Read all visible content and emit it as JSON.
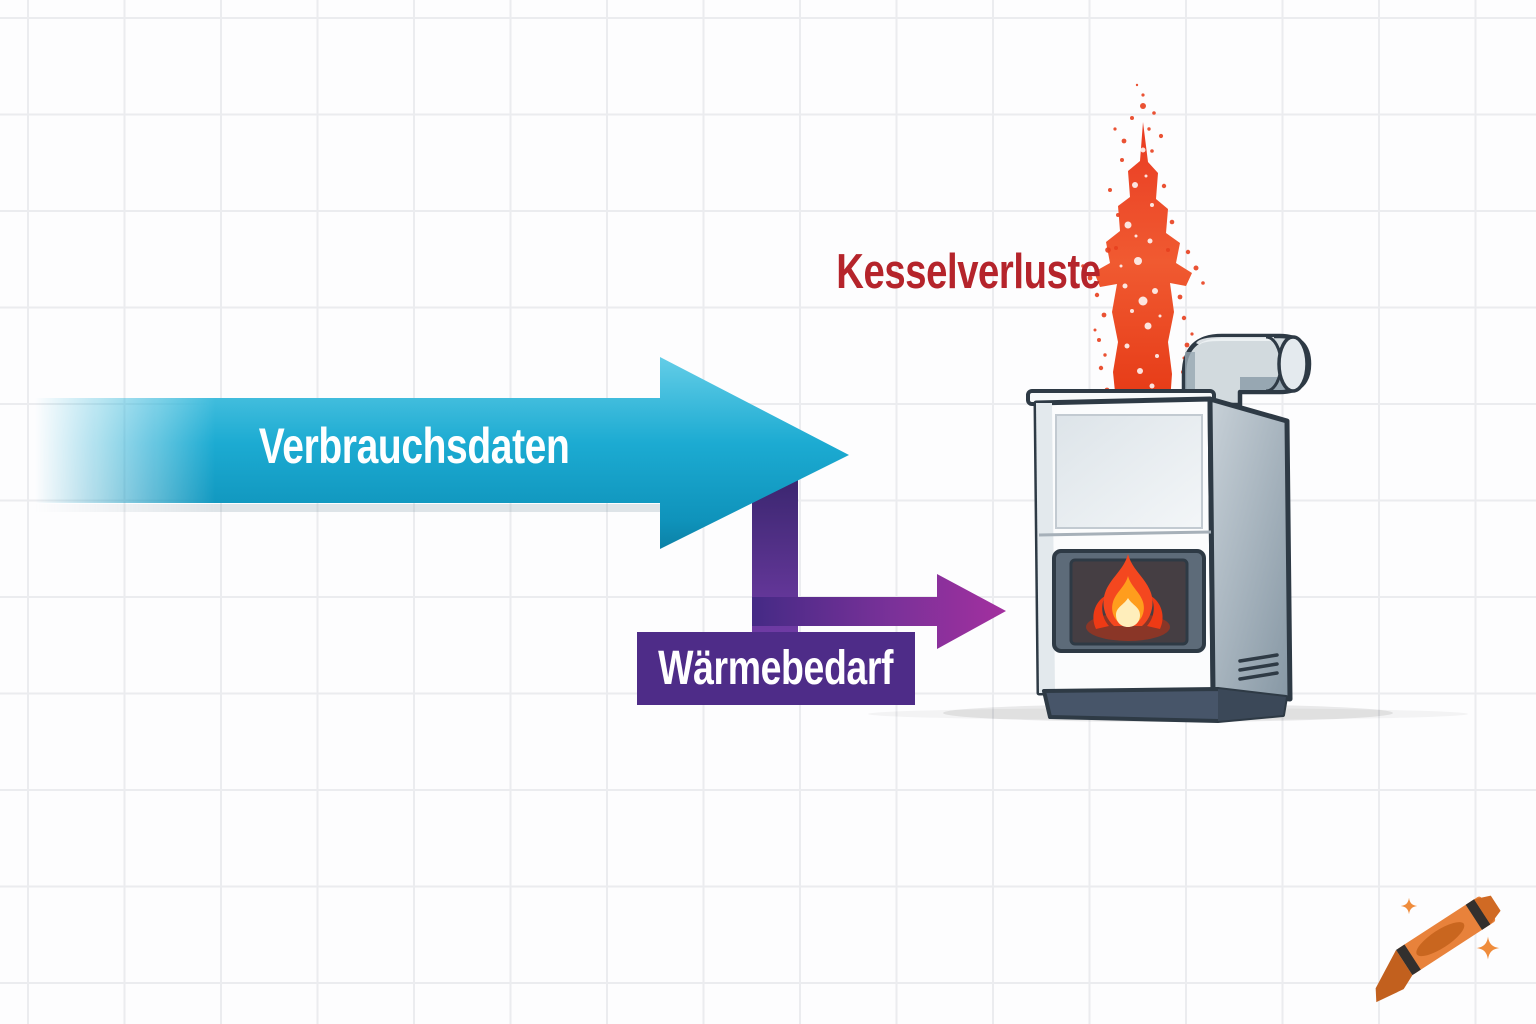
{
  "scene": {
    "title": "Boiler energy flow diagram",
    "labels": {
      "consumption_arrow": "Verbrauchsdaten",
      "heat_demand_box": "Wärmebedarf",
      "boiler_losses": "Kesselverluste"
    },
    "flows": [
      {
        "name": "consumption-data",
        "label": "Verbrauchsdaten",
        "direction": "right",
        "color": "#14a3cb"
      },
      {
        "name": "heat-demand",
        "label": "Wärmebedarf",
        "direction": "down-then-right",
        "color": "#6b2f9c"
      },
      {
        "name": "boiler-losses",
        "label": "Kesselverluste",
        "direction": "up",
        "color": "#e8401f"
      }
    ],
    "icons": {
      "boiler": "boiler-illustration",
      "flame": "flame-icon",
      "exhaust": "exhaust-particle-arrow-icon",
      "crayon": "crayon-icon",
      "sparkles": "sparkle-icon"
    },
    "colors": {
      "cyan_top": "#63cde7",
      "cyan_mid": "#1cabd2",
      "cyan_bottom": "#0c81a6",
      "purple_dark": "#342469",
      "purple_light": "#6f3ba4",
      "magenta_tip": "#a3309f",
      "heat_box": "#4e2c88",
      "loss_red": "#e8401f",
      "loss_text_red": "#b5242b",
      "boiler_outline": "#2e3a45",
      "boiler_side": "#8697a4",
      "base_slate": "#475569",
      "crayon_orange": "#e8823b",
      "grid_line": "#ebecef"
    }
  }
}
